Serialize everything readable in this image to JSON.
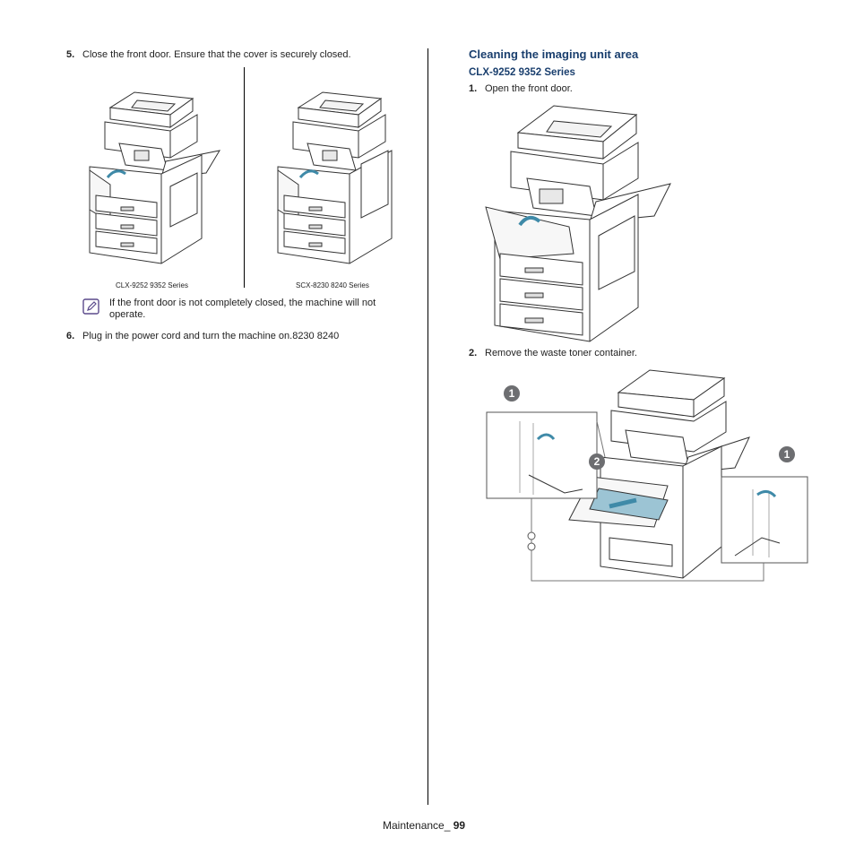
{
  "left": {
    "step5": {
      "number": "5.",
      "text": "Close the front door. Ensure that the cover is securely closed."
    },
    "captions": {
      "clx": "CLX-9252 9352 Series",
      "scx": "SCX-8230 8240 Series"
    },
    "note": {
      "icon": "note-pencil-icon",
      "text": "If the front door is not completely closed, the machine will not operate."
    },
    "step6": {
      "number": "6.",
      "text": "Plug in the power cord and turn the machine on.8230 8240"
    }
  },
  "right": {
    "heading": "Cleaning the imaging unit area",
    "subheading": "CLX-9252 9352 Series",
    "step1": {
      "number": "1.",
      "text": "Open the front door."
    },
    "step2": {
      "number": "2.",
      "text": "Remove the waste toner container."
    },
    "callouts": {
      "one": "1",
      "two": "2"
    }
  },
  "footer": {
    "label": "Maintenance_",
    "page": "99"
  },
  "colors": {
    "heading": "#1a3f6e",
    "badge": "#6d6e71",
    "arrow": "#3f8aa8",
    "rule": "#000000"
  }
}
